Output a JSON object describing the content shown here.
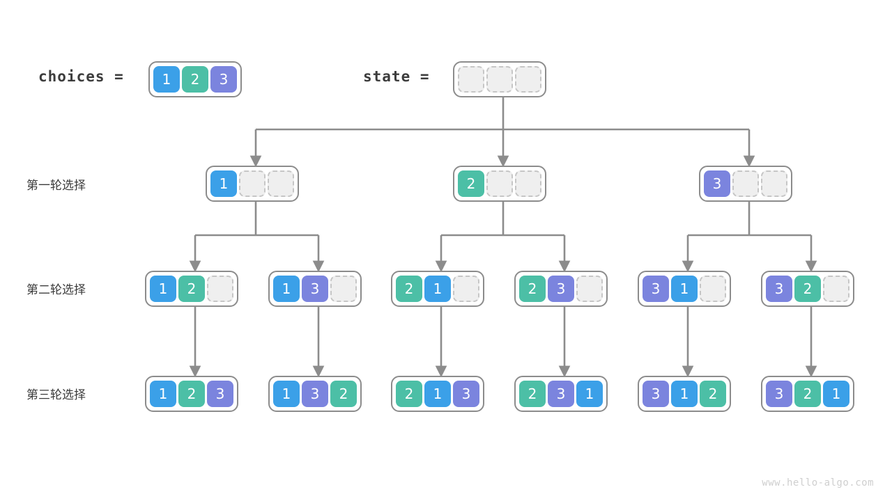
{
  "meta": {
    "watermark": "www.hello-algo.com",
    "palette": {
      "value_1": "#3BA0E8",
      "value_2": "#4CBFA6",
      "value_3": "#7B84DE",
      "empty_cell": "#efefef",
      "empty_border": "#c6c6c6",
      "node_border": "#8c8c8c",
      "edge": "#8c8c8c",
      "text": "#3c3c3c",
      "watermark_text": "#cfcfcf",
      "background": "#ffffff"
    }
  },
  "header": {
    "choices_label": "choices =",
    "choices_cells": [
      "1",
      "2",
      "3"
    ],
    "state_label": "state =",
    "state_cells": [
      "",
      "",
      ""
    ]
  },
  "row_labels": [
    "第一轮选择",
    "第二轮选择",
    "第三轮选择"
  ],
  "rows": [
    {
      "label": "第一轮选择",
      "nodes": [
        {
          "cells": [
            "1",
            "",
            ""
          ]
        },
        {
          "cells": [
            "2",
            "",
            ""
          ]
        },
        {
          "cells": [
            "3",
            "",
            ""
          ]
        }
      ]
    },
    {
      "label": "第二轮选择",
      "nodes": [
        {
          "cells": [
            "1",
            "2",
            ""
          ]
        },
        {
          "cells": [
            "1",
            "3",
            ""
          ]
        },
        {
          "cells": [
            "2",
            "1",
            ""
          ]
        },
        {
          "cells": [
            "2",
            "3",
            ""
          ]
        },
        {
          "cells": [
            "3",
            "1",
            ""
          ]
        },
        {
          "cells": [
            "3",
            "2",
            ""
          ]
        }
      ]
    },
    {
      "label": "第三轮选择",
      "nodes": [
        {
          "cells": [
            "1",
            "2",
            "3"
          ]
        },
        {
          "cells": [
            "1",
            "3",
            "2"
          ]
        },
        {
          "cells": [
            "2",
            "1",
            "3"
          ]
        },
        {
          "cells": [
            "2",
            "3",
            "1"
          ]
        },
        {
          "cells": [
            "3",
            "1",
            "2"
          ]
        },
        {
          "cells": [
            "3",
            "2",
            "1"
          ]
        }
      ]
    }
  ]
}
